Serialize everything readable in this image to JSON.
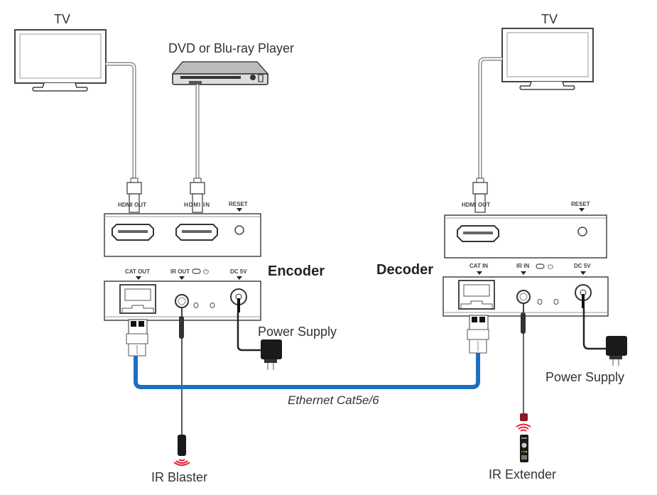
{
  "diagram": {
    "left_tv": {
      "label": "TV"
    },
    "right_tv": {
      "label": "TV"
    },
    "source": {
      "label": "DVD or Blu-ray Player"
    },
    "encoder": {
      "title": "Encoder",
      "top_ports": {
        "hdmi_out": "HDMI OUT",
        "hdmi_in": "HDMI IN",
        "reset": "RESET"
      },
      "bottom_ports": {
        "cat": "CAT OUT",
        "ir": "IR OUT",
        "dc": "DC 5V"
      },
      "power_label": "Power Supply"
    },
    "decoder": {
      "title": "Decoder",
      "top_ports": {
        "hdmi_out": "HDMI OUT",
        "reset": "RESET"
      },
      "bottom_ports": {
        "cat": "CAT IN",
        "ir": "IR IN",
        "dc": "DC 5V"
      },
      "power_label": "Power Supply"
    },
    "cable_label": "Ethernet Cat5e/6",
    "ir_blaster_label": "IR Blaster",
    "ir_extender_label": "IR Extender",
    "colors": {
      "ethernet_cable": "#1f6fc0",
      "ir_signal": "#e8283a",
      "device_outline": "#444444"
    }
  }
}
